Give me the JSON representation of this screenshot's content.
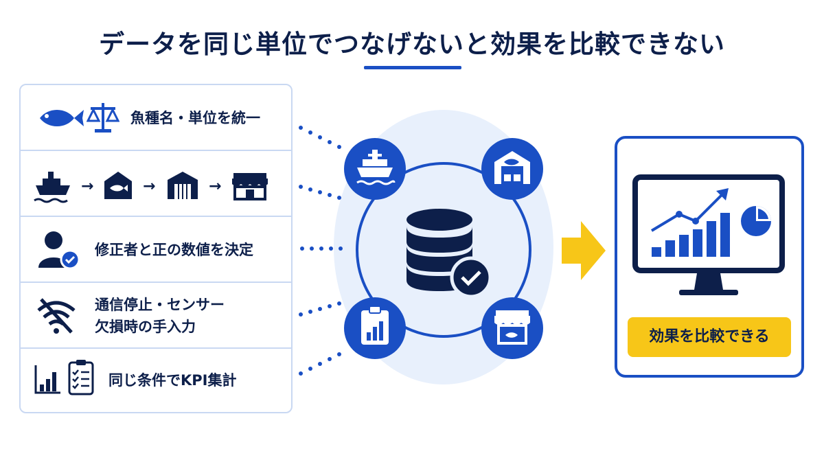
{
  "title": "データを同じ単位でつなげないと効果を比較できない",
  "left_items": [
    {
      "text": "魚種名・単位を統一",
      "icons": [
        "fish-icon",
        "scale-icon"
      ]
    },
    {
      "text": "",
      "icons": [
        "ship-icon",
        "arrow-right-icon",
        "fish-market-icon",
        "arrow-right-icon",
        "warehouse-icon",
        "arrow-right-icon",
        "store-icon"
      ]
    },
    {
      "text": "修正者と正の数値を決定",
      "icons": [
        "user-check-icon"
      ]
    },
    {
      "text": "通信停止・センサー\n欠損時の手入力",
      "icons": [
        "wifi-off-icon"
      ]
    },
    {
      "text": "同じ条件でKPI集計",
      "icons": [
        "bar-chart-icon",
        "checklist-icon"
      ]
    }
  ],
  "center_icons": [
    "ship-icon",
    "warehouse-icon",
    "database-check-icon",
    "report-icon",
    "store-icon"
  ],
  "result_label": "効果を比較できる",
  "right_icons": [
    "monitor-chart-icon",
    "pie-chart-icon"
  ],
  "colors": {
    "navy": "#0d1f4a",
    "blue": "#1a4fc4",
    "yellow": "#f7c618",
    "light_blue": "#e8f0fc",
    "border": "#c9d8f2"
  }
}
